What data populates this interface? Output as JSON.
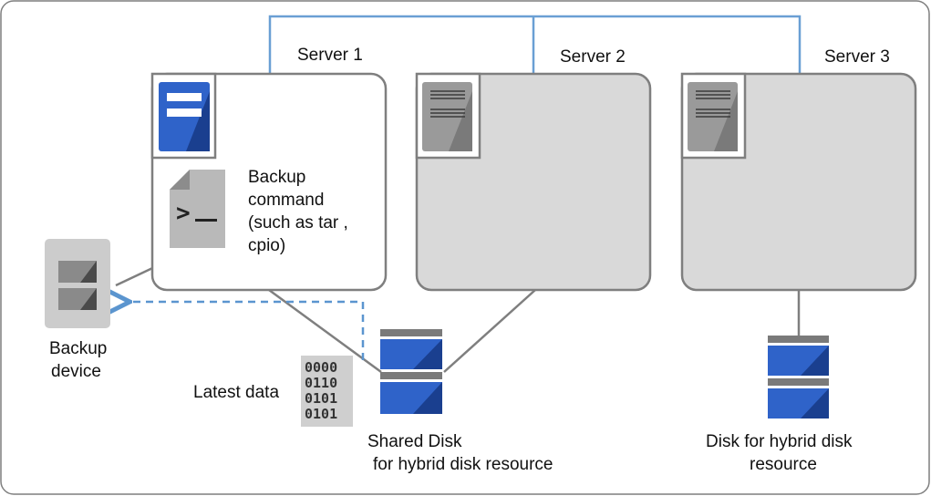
{
  "servers": [
    {
      "label": "Server 1",
      "active": true
    },
    {
      "label": "Server 2",
      "active": false
    },
    {
      "label": "Server 3",
      "active": false
    }
  ],
  "backup_command": {
    "lines": [
      "Backup",
      "command",
      "(such as tar ,",
      "cpio)"
    ]
  },
  "backup_device": {
    "lines": [
      "Backup",
      "device"
    ]
  },
  "latest_data": {
    "label": "Latest data",
    "binary_rows": [
      "0000",
      "0110",
      "0101",
      "0101"
    ]
  },
  "shared_disk": {
    "lines": [
      "Shared Disk",
      "for hybrid disk resource"
    ]
  },
  "hybrid_disk": {
    "lines": [
      "Disk for hybrid disk",
      "resource"
    ]
  },
  "colors": {
    "network": "#6a9fd4",
    "server_active_fill": "#ffffff",
    "server_inactive_fill": "#d9d9d9",
    "border": "#7f7f7f",
    "disk_blue": "#2f63c9",
    "disk_dark": "#1a3f8f",
    "disk_gray": "#7a7a7a",
    "arrow": "#5b95cf"
  }
}
